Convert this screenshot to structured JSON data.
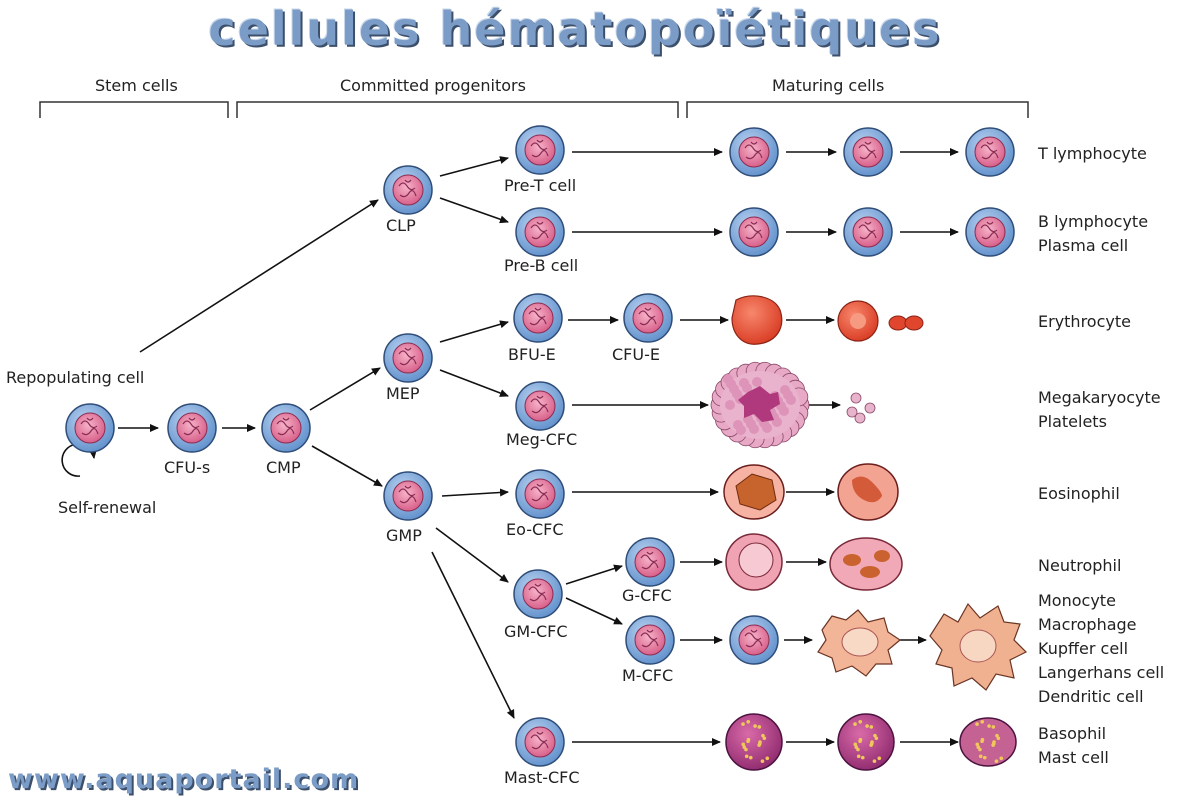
{
  "title": "cellules hématopoïétiques",
  "watermark": "www.aquaportail.com",
  "stages": {
    "stem": "Stem cells",
    "committed": "Committed progenitors",
    "maturing": "Maturing cells"
  },
  "nodes": {
    "repopulating": "Repopulating cell",
    "self_renewal": "Self-renewal",
    "cfu_s": "CFU-s",
    "cmp": "CMP",
    "clp": "CLP",
    "mep": "MEP",
    "gmp": "GMP",
    "pre_t": "Pre-T cell",
    "pre_b": "Pre-B cell",
    "bfu_e": "BFU-E",
    "cfu_e": "CFU-E",
    "meg_cfc": "Meg-CFC",
    "eo_cfc": "Eo-CFC",
    "gm_cfc": "GM-CFC",
    "g_cfc": "G-CFC",
    "m_cfc": "M-CFC",
    "mast_cfc": "Mast-CFC"
  },
  "outcomes": {
    "t": [
      "T lymphocyte"
    ],
    "b": [
      "B lymphocyte",
      "Plasma cell"
    ],
    "ery": [
      "Erythrocyte"
    ],
    "mega": [
      "Megakaryocyte",
      "Platelets"
    ],
    "eos": [
      "Eosinophil"
    ],
    "neu": [
      "Neutrophil"
    ],
    "mono": [
      "Monocyte",
      "Macrophage",
      "Kupffer cell",
      "Langerhans cell",
      "Dendritic cell"
    ],
    "baso": [
      "Basophil",
      "Mast cell"
    ]
  },
  "colors": {
    "membrane": "#6f9fd8",
    "nucleus": "#e0759a",
    "erythrocyte": "#e5523a",
    "eosinophil": "#f3a391",
    "macrophage": "#f0b191",
    "basophil": "#b63c8a",
    "title": "#7b9cc6"
  }
}
